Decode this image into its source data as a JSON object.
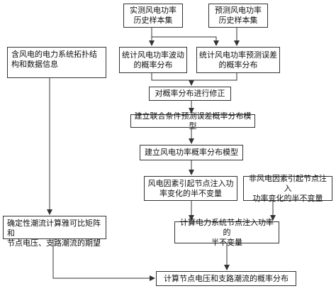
{
  "boxes": {
    "measured_samples": "实测风电功率\n历史样本集",
    "predicted_samples": "预测风电功率\n历史样本集",
    "topology_info": "含风电的电力系统拓扑结\n构和数据信息",
    "fluctuation_dist": "统计风电功率波动\n的概率分布",
    "error_dist": "统计风电功率预测误差\n的概率分布",
    "correct_dist": "对概率分布进行修正",
    "joint_model": "建立联合条件预测误差概率分布模型",
    "power_model": "建立风电功率概率分布模型",
    "wind_invariants": "风电因素引起节点注入功\n率变化的半不变量",
    "nonwind_invariants": "非风电因素引起节点注入\n功率变化的半不变量",
    "jacobian_expectation": "确定性潮流计算雅可比矩阵和\n节点电压、支路潮流的期望",
    "node_injection_invariants": "计算电力系统节点注入功率的\n半不变量",
    "final_distribution": "计算节点电压和支路潮流的概率分布"
  }
}
